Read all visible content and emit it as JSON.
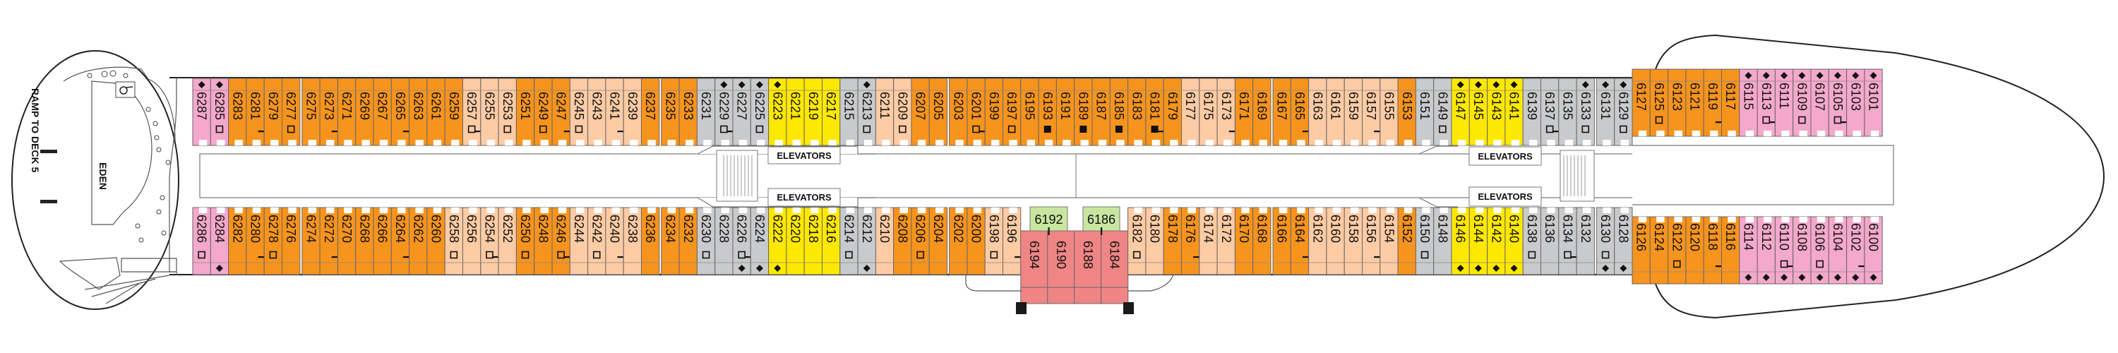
{
  "colors": {
    "O": "#F7941D",
    "L": "#FDCBA4",
    "G": "#C9CACC",
    "Y": "#FFE800",
    "P": "#F4A8CC",
    "R": "#F08585",
    "upper": "#C8E6A0"
  },
  "stern": {
    "ramp_label": "RAMP TO DECK 5",
    "venue_label": "EDEN"
  },
  "elevators": {
    "aft_port": "ELEVATORS",
    "aft_starboard": "ELEVATORS",
    "fwd_port": "ELEVATORS",
    "fwd_starboard": "ELEVATORS"
  },
  "upper_suites": [
    {
      "n": "6192"
    },
    {
      "n": "6186"
    }
  ],
  "top": [
    {
      "n": "6287",
      "t": "P",
      "i": [
        "diamond"
      ]
    },
    {
      "n": "6285",
      "t": "P",
      "i": [
        "diamond",
        "square"
      ]
    },
    {
      "n": "6283",
      "t": "O",
      "i": []
    },
    {
      "n": "6281",
      "t": "O",
      "i": [
        "dash"
      ]
    },
    {
      "n": "6279",
      "t": "O",
      "i": []
    },
    {
      "n": "6277",
      "t": "O",
      "i": [
        "square"
      ]
    },
    {
      "n": "6275",
      "t": "O",
      "i": []
    },
    {
      "n": "6273",
      "t": "O",
      "i": [
        "dash"
      ]
    },
    {
      "n": "6271",
      "t": "O",
      "i": []
    },
    {
      "n": "6269",
      "t": "O",
      "i": []
    },
    {
      "n": "6267",
      "t": "O",
      "i": []
    },
    {
      "n": "6265",
      "t": "O",
      "i": [
        "dash"
      ]
    },
    {
      "n": "6263",
      "t": "O",
      "i": []
    },
    {
      "n": "6261",
      "t": "O",
      "i": []
    },
    {
      "n": "6259",
      "t": "O",
      "i": []
    },
    {
      "n": "6257",
      "t": "L",
      "i": [
        "square",
        "dash"
      ]
    },
    {
      "n": "6255",
      "t": "L",
      "i": []
    },
    {
      "n": "6253",
      "t": "L",
      "i": [
        "square"
      ]
    },
    {
      "n": "6251",
      "t": "O",
      "i": []
    },
    {
      "n": "6249",
      "t": "O",
      "i": [
        "square"
      ]
    },
    {
      "n": "6247",
      "t": "O",
      "i": [
        "dash"
      ]
    },
    {
      "n": "6245",
      "t": "L",
      "i": [
        "square"
      ]
    },
    {
      "n": "6243",
      "t": "L",
      "i": []
    },
    {
      "n": "6241",
      "t": "L",
      "i": [
        "dash"
      ]
    },
    {
      "n": "6239",
      "t": "L",
      "i": []
    },
    {
      "n": "6237",
      "t": "O",
      "i": []
    },
    {
      "n": "6235",
      "t": "O",
      "i": []
    },
    {
      "n": "6233",
      "t": "O",
      "i": []
    },
    {
      "n": "6231",
      "t": "G",
      "i": []
    },
    {
      "n": "6229",
      "t": "G",
      "i": [
        "diamond",
        "square",
        "dash"
      ]
    },
    {
      "n": "6227",
      "t": "G",
      "i": [
        "diamond"
      ]
    },
    {
      "n": "6225",
      "t": "G",
      "i": [
        "diamond",
        "square"
      ]
    },
    {
      "n": "6223",
      "t": "Y",
      "i": [
        "diamond"
      ]
    },
    {
      "n": "6221",
      "t": "Y",
      "i": []
    },
    {
      "n": "6219",
      "t": "Y",
      "i": []
    },
    {
      "n": "6217",
      "t": "Y",
      "i": []
    },
    {
      "n": "6215",
      "t": "G",
      "i": []
    },
    {
      "n": "6213",
      "t": "G",
      "i": [
        "diamond",
        "square"
      ]
    },
    {
      "n": "6211",
      "t": "L",
      "i": []
    },
    {
      "n": "6209",
      "t": "L",
      "i": [
        "square"
      ]
    },
    {
      "n": "6207",
      "t": "O",
      "i": []
    },
    {
      "n": "6205",
      "t": "O",
      "i": []
    },
    {
      "n": "6203",
      "t": "O",
      "i": []
    },
    {
      "n": "6201",
      "t": "O",
      "i": [
        "square",
        "dash"
      ]
    },
    {
      "n": "6199",
      "t": "O",
      "i": []
    },
    {
      "n": "6197",
      "t": "O",
      "i": [
        "square"
      ]
    },
    {
      "n": "6195",
      "t": "O",
      "i": []
    },
    {
      "n": "6193",
      "t": "O",
      "i": [
        "filled-square"
      ]
    },
    {
      "n": "6191",
      "t": "O",
      "i": []
    },
    {
      "n": "6189",
      "t": "O",
      "i": [
        "filled-square"
      ]
    },
    {
      "n": "6187",
      "t": "O",
      "i": []
    },
    {
      "n": "6185",
      "t": "O",
      "i": [
        "filled-square"
      ]
    },
    {
      "n": "6183",
      "t": "O",
      "i": []
    },
    {
      "n": "6181",
      "t": "O",
      "i": [
        "filled-square",
        "dash"
      ]
    },
    {
      "n": "6179",
      "t": "O",
      "i": []
    },
    {
      "n": "6177",
      "t": "L",
      "i": []
    },
    {
      "n": "6175",
      "t": "L",
      "i": []
    },
    {
      "n": "6173",
      "t": "L",
      "i": [
        "dash"
      ]
    },
    {
      "n": "6171",
      "t": "O",
      "i": []
    },
    {
      "n": "6169",
      "t": "O",
      "i": []
    },
    {
      "n": "6167",
      "t": "O",
      "i": []
    },
    {
      "n": "6165",
      "t": "O",
      "i": [
        "dash"
      ]
    },
    {
      "n": "6163",
      "t": "L",
      "i": []
    },
    {
      "n": "6161",
      "t": "L",
      "i": []
    },
    {
      "n": "6159",
      "t": "L",
      "i": []
    },
    {
      "n": "6157",
      "t": "L",
      "i": [
        "dash"
      ]
    },
    {
      "n": "6155",
      "t": "L",
      "i": []
    },
    {
      "n": "6153",
      "t": "O",
      "i": []
    },
    {
      "n": "6151",
      "t": "G",
      "i": []
    },
    {
      "n": "6149",
      "t": "G",
      "i": [
        "square"
      ]
    },
    {
      "n": "6147",
      "t": "Y",
      "i": [
        "diamond"
      ]
    },
    {
      "n": "6145",
      "t": "Y",
      "i": [
        "diamond"
      ]
    },
    {
      "n": "6143",
      "t": "Y",
      "i": [
        "diamond"
      ]
    },
    {
      "n": "6141",
      "t": "Y",
      "i": [
        "diamond"
      ]
    },
    {
      "n": "6139",
      "t": "G",
      "i": []
    },
    {
      "n": "6137",
      "t": "G",
      "i": [
        "square",
        "dash"
      ]
    },
    {
      "n": "6135",
      "t": "G",
      "i": []
    },
    {
      "n": "6133",
      "t": "G",
      "i": [
        "diamond",
        "square"
      ]
    },
    {
      "n": "6131",
      "t": "G",
      "i": [
        "diamond"
      ]
    },
    {
      "n": "6129",
      "t": "G",
      "i": [
        "diamond",
        "square"
      ]
    },
    {
      "n": "6127",
      "t": "O",
      "i": []
    },
    {
      "n": "6125",
      "t": "O",
      "i": [
        "square"
      ]
    },
    {
      "n": "6123",
      "t": "O",
      "i": []
    },
    {
      "n": "6121",
      "t": "O",
      "i": []
    },
    {
      "n": "6119",
      "t": "O",
      "i": [
        "dash"
      ]
    },
    {
      "n": "6117",
      "t": "O",
      "i": []
    },
    {
      "n": "6115",
      "t": "P",
      "i": [
        "diamond"
      ]
    },
    {
      "n": "6113",
      "t": "P",
      "i": [
        "diamond",
        "square",
        "dash"
      ]
    },
    {
      "n": "6111",
      "t": "P",
      "i": [
        "diamond"
      ]
    },
    {
      "n": "6109",
      "t": "P",
      "i": [
        "diamond",
        "square"
      ]
    },
    {
      "n": "6107",
      "t": "P",
      "i": [
        "diamond"
      ]
    },
    {
      "n": "6105",
      "t": "P",
      "i": [
        "diamond",
        "square",
        "dash"
      ]
    },
    {
      "n": "6103",
      "t": "P",
      "i": [
        "diamond"
      ]
    },
    {
      "n": "6101",
      "t": "P",
      "i": [
        "diamond"
      ]
    }
  ],
  "bottom": [
    {
      "n": "6286",
      "t": "P",
      "i": [
        "square"
      ]
    },
    {
      "n": "6284",
      "t": "P",
      "i": [
        "diamond"
      ]
    },
    {
      "n": "6282",
      "t": "O",
      "i": []
    },
    {
      "n": "6280",
      "t": "O",
      "i": [
        "dash"
      ]
    },
    {
      "n": "6278",
      "t": "O",
      "i": [
        "square"
      ]
    },
    {
      "n": "6276",
      "t": "O",
      "i": []
    },
    {
      "n": "6274",
      "t": "O",
      "i": []
    },
    {
      "n": "6272",
      "t": "O",
      "i": [
        "dash"
      ]
    },
    {
      "n": "6270",
      "t": "O",
      "i": []
    },
    {
      "n": "6268",
      "t": "O",
      "i": []
    },
    {
      "n": "6266",
      "t": "O",
      "i": []
    },
    {
      "n": "6264",
      "t": "O",
      "i": [
        "dash"
      ]
    },
    {
      "n": "6262",
      "t": "O",
      "i": []
    },
    {
      "n": "6260",
      "t": "O",
      "i": []
    },
    {
      "n": "6258",
      "t": "L",
      "i": [
        "square"
      ]
    },
    {
      "n": "6256",
      "t": "L",
      "i": []
    },
    {
      "n": "6254",
      "t": "L",
      "i": [
        "square",
        "dash"
      ]
    },
    {
      "n": "6252",
      "t": "L",
      "i": []
    },
    {
      "n": "6250",
      "t": "O",
      "i": [
        "square"
      ]
    },
    {
      "n": "6248",
      "t": "O",
      "i": []
    },
    {
      "n": "6246",
      "t": "O",
      "i": [
        "square",
        "dash"
      ]
    },
    {
      "n": "6244",
      "t": "L",
      "i": []
    },
    {
      "n": "6242",
      "t": "L",
      "i": [
        "square"
      ]
    },
    {
      "n": "6240",
      "t": "L",
      "i": [
        "dash"
      ]
    },
    {
      "n": "6238",
      "t": "L",
      "i": []
    },
    {
      "n": "6236",
      "t": "O",
      "i": []
    },
    {
      "n": "6234",
      "t": "O",
      "i": []
    },
    {
      "n": "6232",
      "t": "O",
      "i": []
    },
    {
      "n": "6230",
      "t": "G",
      "i": [
        "square"
      ]
    },
    {
      "n": "6228",
      "t": "G",
      "i": []
    },
    {
      "n": "6226",
      "t": "G",
      "i": [
        "diamond",
        "square",
        "dash"
      ]
    },
    {
      "n": "6224",
      "t": "G",
      "i": [
        "diamond"
      ]
    },
    {
      "n": "6222",
      "t": "Y",
      "i": [
        "diamond"
      ]
    },
    {
      "n": "6220",
      "t": "Y",
      "i": []
    },
    {
      "n": "6218",
      "t": "Y",
      "i": []
    },
    {
      "n": "6216",
      "t": "Y",
      "i": []
    },
    {
      "n": "6214",
      "t": "G",
      "i": [
        "square"
      ]
    },
    {
      "n": "6212",
      "t": "G",
      "i": [
        "diamond"
      ]
    },
    {
      "n": "6210",
      "t": "L",
      "i": []
    },
    {
      "n": "6208",
      "t": "O",
      "i": []
    },
    {
      "n": "6206",
      "t": "O",
      "i": [
        "square"
      ]
    },
    {
      "n": "6204",
      "t": "O",
      "i": []
    },
    {
      "n": "6202",
      "t": "O",
      "i": []
    },
    {
      "n": "6200",
      "t": "O",
      "i": []
    },
    {
      "n": "6198",
      "t": "L",
      "i": [
        "square"
      ]
    },
    {
      "n": "6196",
      "t": "L",
      "i": [
        "dash"
      ]
    },
    {
      "n": "6194",
      "t": "R",
      "i": []
    },
    {
      "n": "6190",
      "t": "R",
      "i": []
    },
    {
      "n": "6188",
      "t": "R",
      "i": []
    },
    {
      "n": "6184",
      "t": "R",
      "i": []
    },
    {
      "n": "6182",
      "t": "L",
      "i": [
        "square"
      ]
    },
    {
      "n": "6180",
      "t": "L",
      "i": []
    },
    {
      "n": "6178",
      "t": "O",
      "i": []
    },
    {
      "n": "6176",
      "t": "O",
      "i": [
        "dash"
      ]
    },
    {
      "n": "6174",
      "t": "L",
      "i": []
    },
    {
      "n": "6172",
      "t": "L",
      "i": []
    },
    {
      "n": "6170",
      "t": "O",
      "i": []
    },
    {
      "n": "6168",
      "t": "O",
      "i": []
    },
    {
      "n": "6166",
      "t": "O",
      "i": []
    },
    {
      "n": "6164",
      "t": "O",
      "i": [
        "dash"
      ]
    },
    {
      "n": "6162",
      "t": "L",
      "i": []
    },
    {
      "n": "6160",
      "t": "L",
      "i": []
    },
    {
      "n": "6158",
      "t": "L",
      "i": []
    },
    {
      "n": "6156",
      "t": "L",
      "i": [
        "dash"
      ]
    },
    {
      "n": "6154",
      "t": "L",
      "i": []
    },
    {
      "n": "6152",
      "t": "O",
      "i": []
    },
    {
      "n": "6150",
      "t": "G",
      "i": [
        "square"
      ]
    },
    {
      "n": "6148",
      "t": "G",
      "i": []
    },
    {
      "n": "6146",
      "t": "Y",
      "i": [
        "diamond"
      ]
    },
    {
      "n": "6144",
      "t": "Y",
      "i": [
        "diamond"
      ]
    },
    {
      "n": "6142",
      "t": "Y",
      "i": [
        "diamond"
      ]
    },
    {
      "n": "6140",
      "t": "Y",
      "i": [
        "diamond"
      ]
    },
    {
      "n": "6138",
      "t": "G",
      "i": [
        "square"
      ]
    },
    {
      "n": "6136",
      "t": "G",
      "i": []
    },
    {
      "n": "6134",
      "t": "G",
      "i": [
        "square",
        "dash"
      ]
    },
    {
      "n": "6132",
      "t": "G",
      "i": []
    },
    {
      "n": "6130",
      "t": "G",
      "i": [
        "diamond",
        "square"
      ]
    },
    {
      "n": "6128",
      "t": "G",
      "i": [
        "diamond"
      ]
    },
    {
      "n": "6126",
      "t": "O",
      "i": []
    },
    {
      "n": "6124",
      "t": "O",
      "i": []
    },
    {
      "n": "6122",
      "t": "O",
      "i": [
        "square"
      ]
    },
    {
      "n": "6120",
      "t": "O",
      "i": []
    },
    {
      "n": "6118",
      "t": "O",
      "i": [
        "dash"
      ]
    },
    {
      "n": "6116",
      "t": "O",
      "i": []
    },
    {
      "n": "6114",
      "t": "P",
      "i": [
        "diamond"
      ]
    },
    {
      "n": "6112",
      "t": "P",
      "i": [
        "diamond"
      ]
    },
    {
      "n": "6110",
      "t": "P",
      "i": [
        "diamond",
        "square",
        "dash"
      ]
    },
    {
      "n": "6108",
      "t": "P",
      "i": [
        "diamond"
      ]
    },
    {
      "n": "6106",
      "t": "P",
      "i": [
        "diamond",
        "square"
      ]
    },
    {
      "n": "6104",
      "t": "P",
      "i": [
        "diamond"
      ]
    },
    {
      "n": "6102",
      "t": "P",
      "i": [
        "diamond",
        "dash"
      ]
    },
    {
      "n": "6100",
      "t": "P",
      "i": [
        "diamond"
      ]
    }
  ]
}
